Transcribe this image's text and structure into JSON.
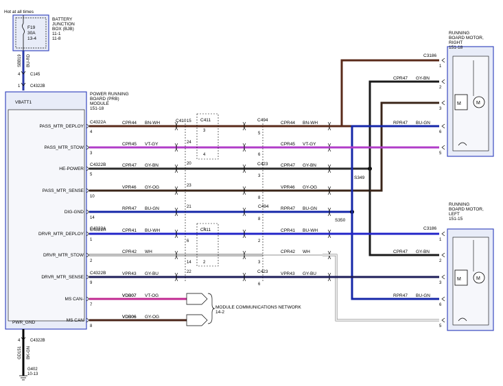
{
  "header": {
    "hot_at_all_times": "Hot at all times",
    "battery_box": [
      "BATTERY",
      "JUNCTION",
      "BOX (BJB)",
      "11-1",
      "11-8"
    ],
    "fuse": [
      "F19",
      "30A",
      "13-4"
    ]
  },
  "feed": {
    "circuit_id": "SBB19",
    "color": "BU-RD",
    "splice_c145": "C145",
    "pin_4": "4",
    "pin_1": "1",
    "connector_top": "C4322B"
  },
  "module": {
    "title": [
      "POWER RUNNING",
      "BOARD (PRB)",
      "MODULE",
      "151-18"
    ],
    "vbatt": "VBATT1",
    "pwr_gnd": "PWR_GND",
    "pins": [
      {
        "label": "PASS_MTR_DEPLOY",
        "connector": "C4322A",
        "pin": "4"
      },
      {
        "label": "PASS_MTR_STOW",
        "connector": "",
        "pin": "3"
      },
      {
        "label": "HE-POWER",
        "connector": "C4322B",
        "pin": "5"
      },
      {
        "label": "PASS_MTR_SENSE",
        "connector": "",
        "pin": "10"
      },
      {
        "label": "DIG-GND",
        "connector": "",
        "pin": "14"
      },
      {
        "label": "DRVR_MTR_DEPLOY",
        "connector": "C4322A",
        "pin": "1"
      },
      {
        "label": "DRVR_MTR_STOW",
        "connector": "",
        "pin": "2"
      },
      {
        "label": "DRVR_MTR_SENSE",
        "connector": "C4322B",
        "pin": "9"
      },
      {
        "label": "MS CAN-",
        "connector": "",
        "pin": "7"
      },
      {
        "label": "MS CAN",
        "connector": "",
        "pin": "8"
      }
    ]
  },
  "wires": [
    {
      "id": "CPR44",
      "color": "BN-WH",
      "hex": "#5a2a1a",
      "right_id": "CPR44",
      "right_color": "BN-WH",
      "c410_pin": "15",
      "c411_pin": "3",
      "mid_conn": "C494",
      "mid_pin": "5"
    },
    {
      "id": "CPR45",
      "color": "VT-GY",
      "hex": "#b03cc8",
      "right_id": "CPR45",
      "right_color": "VT-GY",
      "c410_pin": "24",
      "c411_pin": "4",
      "mid_conn": "",
      "mid_pin": "6"
    },
    {
      "id": "CPR47",
      "color": "GY-BN",
      "hex": "#2a2a2a",
      "right_id": "CPR47",
      "right_color": "GY-BN",
      "c410_pin": "20",
      "c411_pin": "",
      "mid_conn": "C423",
      "mid_pin": "3"
    },
    {
      "id": "VPR46",
      "color": "GY-OG",
      "hex": "#3a2418",
      "right_id": "VPR46",
      "right_color": "GY-OG",
      "c410_pin": "23",
      "c411_pin": "",
      "mid_conn": "",
      "mid_pin": "8"
    },
    {
      "id": "RPR47",
      "color": "BU-GN",
      "hex": "#1426a8",
      "right_id": "RPR47",
      "right_color": "BU-GN",
      "c410_pin": "21",
      "c411_pin": "",
      "mid_conn": "C494",
      "mid_pin": "8"
    },
    {
      "id": "CPR41",
      "color": "BU-WH",
      "hex": "#2224c8",
      "right_id": "CPR41",
      "right_color": "BU-WH",
      "c410_pin": "6",
      "c411_pin": "1",
      "mid_conn": "",
      "mid_pin": "2"
    },
    {
      "id": "CPR42",
      "color": "WH",
      "hex": "#c8c8c8",
      "right_id": "CPR42",
      "right_color": "WH",
      "c410_pin": "14",
      "c411_pin": "2",
      "mid_conn": "",
      "mid_pin": "3"
    },
    {
      "id": "VPR43",
      "color": "GY-BU",
      "hex": "#1c1c58",
      "right_id": "VPR43",
      "right_color": "GY-BU",
      "c410_pin": "22",
      "c411_pin": "",
      "mid_conn": "C423",
      "mid_pin": "6"
    },
    {
      "id": "VDB07",
      "color": "VT-OG",
      "hex": "#c02890",
      "right_id": "",
      "right_color": "",
      "c410_pin": "",
      "c411_pin": "",
      "mid_conn": "",
      "mid_pin": ""
    },
    {
      "id": "VDB06",
      "color": "GY-OG",
      "hex": "#4a2418",
      "right_id": "",
      "right_color": "",
      "c410_pin": "",
      "c411_pin": "",
      "mid_conn": "",
      "mid_pin": ""
    }
  ],
  "connectors": {
    "c410": "C410",
    "c411_top": "C411",
    "c411_bottom": "C411",
    "c423_top": "C423",
    "c494_bottom": "C494",
    "c423_bottom": "C423",
    "c4322a_bottom": "C4322A"
  },
  "splices": {
    "s349": "S349",
    "s350": "S350"
  },
  "network": {
    "label": [
      "MODULE COMMUNICATIONS NETWORK",
      "14-2"
    ]
  },
  "motor_right": {
    "title": [
      "RUNNING",
      "BOARD MOTOR,",
      "RIGHT",
      "151-18"
    ],
    "connector": "C3186",
    "pins": [
      "1",
      "2",
      "3",
      "6",
      "5"
    ],
    "wires": [
      {
        "id": "CPR47",
        "color": "GY-BN"
      },
      {
        "id": "RPR47",
        "color": "BU-GN"
      }
    ]
  },
  "motor_left": {
    "title": [
      "RUNNING",
      "BOARD MOTOR,",
      "LEFT",
      "151-15"
    ],
    "connector": "C3186",
    "pins": [
      "1",
      "2",
      "3",
      "6",
      "5"
    ],
    "wires": [
      {
        "id": "CPR47",
        "color": "GY-BN"
      },
      {
        "id": "RPR47",
        "color": "BU-GN"
      }
    ]
  },
  "ground": {
    "pin_4": "4",
    "connector": "C4322B",
    "circuit_id": "GD151",
    "color": "BK-GN",
    "ground_id": "G402",
    "ref": "10-13"
  },
  "motor_symbol": "M"
}
